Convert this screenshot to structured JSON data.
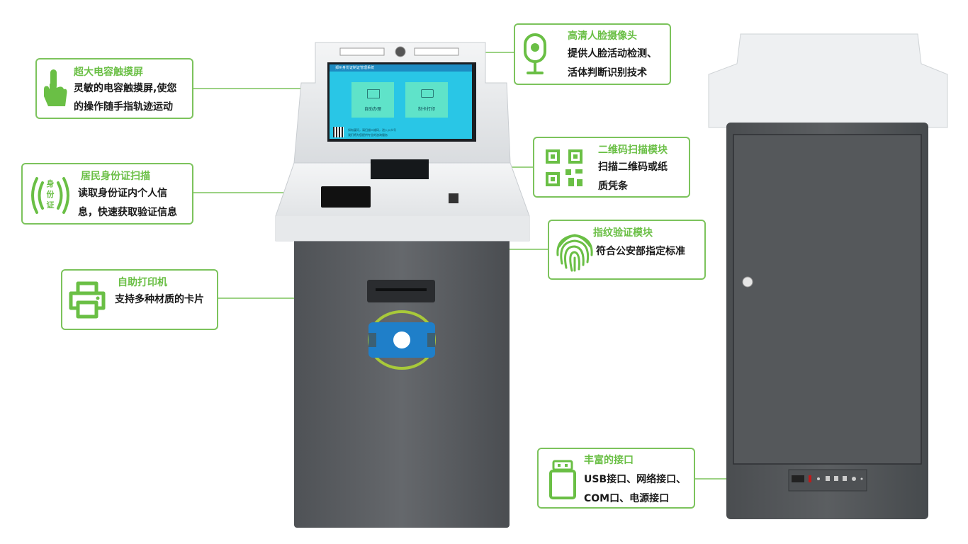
{
  "screen": {
    "header_title": "郑州身份证制证管理系统",
    "tile1_label": "自助办理",
    "tile2_label": "制卡打印",
    "footer_line1": "如有疑问，请扫描二维码，进入公众号",
    "footer_line2": "我们将为您提供专业的咨询服务"
  },
  "callouts": {
    "touch": {
      "title": "超大电容触摸屏",
      "line1": "灵敏的电容触摸屏,使您",
      "line2": "的操作随手指轨迹运动"
    },
    "idcard": {
      "title": "居民身份证扫描",
      "line1": "读取身份证内个人信",
      "line2": "息，快速获取验证信息",
      "icon_text": "身\n份\n证"
    },
    "printer": {
      "title": "自助打印机",
      "line1": "支持多种材质的卡片"
    },
    "camera": {
      "title": "高清人脸摄像头",
      "line1": "提供人脸活动检测、",
      "line2": "活体判断识别技术"
    },
    "qrcode": {
      "title": "二维码扫描模块",
      "line1": "扫描二维码或纸",
      "line2": "质凭条"
    },
    "fingerprint": {
      "title": "指纹验证模块",
      "line1": "符合公安部指定标准"
    },
    "ports": {
      "title": "丰富的接口",
      "line1": "USB接口、网络接口、",
      "line2": "COM口、电源接口"
    }
  },
  "colors": {
    "accent": "#6abf45",
    "border": "#7cc35c",
    "cabinet": "#5c5f63",
    "screen": "#29c6e6"
  }
}
